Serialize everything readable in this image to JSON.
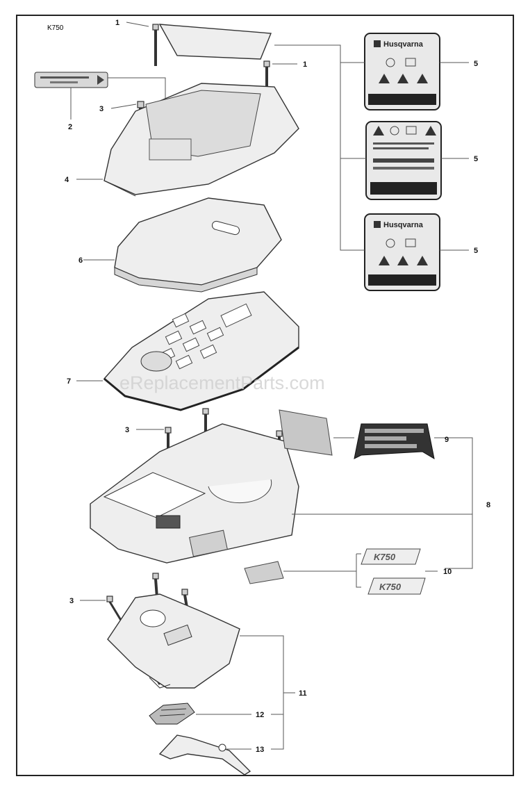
{
  "model_label": "K750",
  "watermark": "eReplacementParts.com",
  "brand_on_decals": "Husqvarna",
  "badge_text": "K750",
  "callouts": {
    "c1a": "1",
    "c1b": "1",
    "c2": "2",
    "c3a": "3",
    "c3b": "3",
    "c3c": "3",
    "c4": "4",
    "c5a": "5",
    "c5b": "5",
    "c5c": "5",
    "c6": "6",
    "c7": "7",
    "c8": "8",
    "c9": "9",
    "c10": "10",
    "c11": "11",
    "c12": "12",
    "c13": "13"
  }
}
